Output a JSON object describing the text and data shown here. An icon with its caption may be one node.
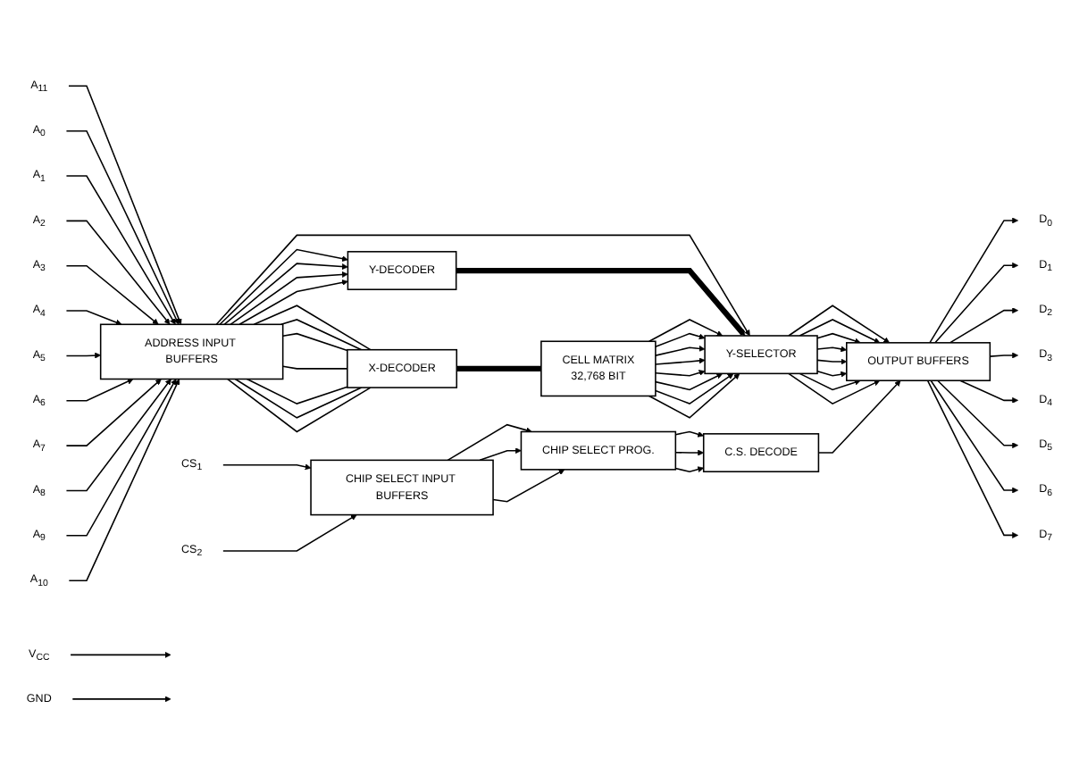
{
  "diagram": {
    "nodes": [
      {
        "text": [
          "A$_{11}$"
        ]
      },
      {
        "text": [
          "A$_{0}$"
        ]
      },
      {
        "text": [
          "A$_{1}$"
        ]
      },
      {
        "text": [
          "A$_{2}$"
        ]
      },
      {
        "text": [
          "A$_{3}$"
        ]
      },
      {
        "text": [
          "A$_{4}$"
        ]
      },
      {
        "text": [
          "A$_{5}$"
        ]
      },
      {
        "text": [
          "A$_{6}$"
        ]
      },
      {
        "text": [
          "A$_{7}$"
        ]
      },
      {
        "text": [
          "A$_{8}$"
        ]
      },
      {
        "text": [
          "A$_{9}$"
        ]
      },
      {
        "text": [
          "A$_{10}$"
        ]
      },
      {
        "text": [
          "ADDRESS INPUT BUFFERS"
        ]
      },
      {
        "text": [
          "Y-DECODER"
        ]
      },
      {
        "text": [
          "X-DECODER"
        ]
      },
      {
        "text": [
          "D$_{0}$"
        ]
      },
      {
        "text": [
          "D$_{1}$"
        ]
      },
      {
        "text": [
          "D$_{2}$"
        ]
      },
      {
        "text": [
          "D$_{3}$"
        ]
      },
      {
        "text": [
          "D$_{4}$"
        ]
      },
      {
        "text": [
          "D$_{5}$"
        ]
      },
      {
        "text": [
          "D$_{6}$"
        ]
      },
      {
        "text": [
          "D$_{7}$"
        ]
      },
      {
        "text": [
          "OUTPUT BUFFERS"
        ]
      },
      {
        "text": [
          "Y-SELECTOR"
        ]
      },
      {
        "text": [
          "CELL MATRIX",
          "32,768 BIT"
        ]
      },
      {
        "text": [
          "C.S. DECODE"
        ]
      },
      {
        "text": [
          "CHIP SELECT PROG."
        ]
      },
      {
        "text": [
          "CHIP SELECT INPUT BUFFERS"
        ]
      },
      {
        "text": [
          "CS$_{1}$"
        ]
      },
      {
        "text": [
          "CS$_{2}$"
        ]
      },
      {
        "text": [
          "V$_{CC}$"
        ]
      },
      {
        "text": [
          "GND"
        ]
      }
    ],
    "edges": [
      {
        "from": 0,
        "to": 12,
        "arrow": "to"
      },
      {
        "from": 1,
        "to": 12,
        "arrow": "to"
      },
      {
        "from": 2,
        "to": 12,
        "arrow": "to"
      },
      {
        "from": 3,
        "to": 12,
        "arrow": "to"
      },
      {
        "from": 4,
        "to": 12,
        "arrow": "to"
      },
      {
        "from": 5,
        "to": 12,
        "arrow": "to"
      },
      {
        "from": 6,
        "to": 12,
        "arrow": "to"
      },
      {
        "from": 7,
        "to": 12,
        "arrow": "to"
      },
      {
        "from": 8,
        "to": 12,
        "arrow": "to"
      },
      {
        "from": 9,
        "to": 12,
        "arrow": "to"
      },
      {
        "from": 10,
        "to": 12,
        "arrow": "to"
      },
      {
        "from": 11,
        "to": 12,
        "arrow": "to"
      },
      {
        "from": 12,
        "to": 24,
        "arrow": "to"
      },
      {
        "from": 12,
        "to": 13,
        "arrow": "to"
      },
      {
        "from": 12,
        "to": 13,
        "arrow": "to"
      },
      {
        "from": 12,
        "to": 13,
        "arrow": "to"
      },
      {
        "from": 12,
        "to": 13,
        "arrow": "to"
      },
      {
        "from": 12,
        "to": 14,
        "arrow": "none"
      },
      {
        "from": 12,
        "to": 14,
        "arrow": "none"
      },
      {
        "from": 12,
        "to": 14,
        "arrow": "none"
      },
      {
        "from": 12,
        "to": 14,
        "arrow": "none"
      },
      {
        "from": 12,
        "to": 14,
        "arrow": "none"
      },
      {
        "from": 12,
        "to": 14,
        "arrow": "none"
      },
      {
        "from": 12,
        "to": 14,
        "arrow": "none"
      },
      {
        "from": 13,
        "to": 24,
        "arrow": "to",
        "style": "thick"
      },
      {
        "from": 14,
        "to": 25,
        "arrow": "none",
        "style": "thick"
      },
      {
        "from": 25,
        "to": 24,
        "arrow": "to"
      },
      {
        "from": 25,
        "to": 24,
        "arrow": "to"
      },
      {
        "from": 25,
        "to": 24,
        "arrow": "to"
      },
      {
        "from": 25,
        "to": 24,
        "arrow": "to"
      },
      {
        "from": 25,
        "to": 24,
        "arrow": "to"
      },
      {
        "from": 25,
        "to": 24,
        "arrow": "to"
      },
      {
        "from": 25,
        "to": 24,
        "arrow": "to"
      },
      {
        "from": 25,
        "to": 24,
        "arrow": "to"
      },
      {
        "from": 24,
        "to": 23,
        "arrow": "to"
      },
      {
        "from": 24,
        "to": 23,
        "arrow": "to"
      },
      {
        "from": 24,
        "to": 23,
        "arrow": "to"
      },
      {
        "from": 24,
        "to": 23,
        "arrow": "to"
      },
      {
        "from": 24,
        "to": 23,
        "arrow": "to"
      },
      {
        "from": 24,
        "to": 23,
        "arrow": "to"
      },
      {
        "from": 24,
        "to": 23,
        "arrow": "to"
      },
      {
        "from": 24,
        "to": 23,
        "arrow": "to"
      },
      {
        "from": 23,
        "to": 15,
        "arrow": "to"
      },
      {
        "from": 23,
        "to": 16,
        "arrow": "to"
      },
      {
        "from": 23,
        "to": 17,
        "arrow": "to"
      },
      {
        "from": 23,
        "to": 18,
        "arrow": "to"
      },
      {
        "from": 23,
        "to": 19,
        "arrow": "to"
      },
      {
        "from": 23,
        "to": 20,
        "arrow": "to"
      },
      {
        "from": 23,
        "to": 21,
        "arrow": "to"
      },
      {
        "from": 23,
        "to": 22,
        "arrow": "to"
      },
      {
        "from": 26,
        "to": 23,
        "arrow": "to"
      },
      {
        "from": 27,
        "to": 26,
        "arrow": "to"
      },
      {
        "from": 27,
        "to": 26,
        "arrow": "to"
      },
      {
        "from": 27,
        "to": 26,
        "arrow": "to"
      },
      {
        "from": 28,
        "to": 27,
        "arrow": "to"
      },
      {
        "from": 28,
        "to": 27,
        "arrow": "to"
      },
      {
        "from": 28,
        "to": 27,
        "arrow": "to"
      },
      {
        "from": 29,
        "to": 28,
        "arrow": "to"
      },
      {
        "from": 30,
        "to": 28,
        "arrow": "to"
      },
      {
        "from": 31,
        "to": null,
        "arrow": "to"
      },
      {
        "from": 32,
        "to": null,
        "arrow": "to"
      }
    ]
  }
}
